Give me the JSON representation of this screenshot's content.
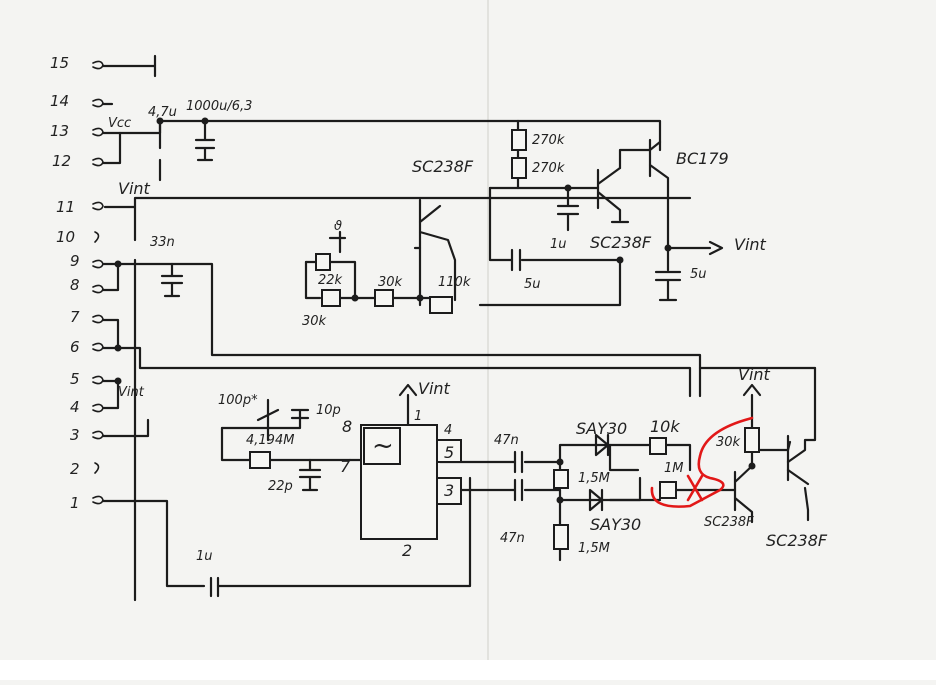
{
  "connector_pins": [
    "15",
    "14",
    "13",
    "12",
    "11",
    "10",
    "9",
    "8",
    "7",
    "6",
    "5",
    "4",
    "3",
    "2",
    "1"
  ],
  "labels": {
    "vcc": "Vcc",
    "r_13": "4,7u",
    "c_supply": "1000u/6,3",
    "vint_pin11": "Vint",
    "vint_pin5": "Vint",
    "c_33n": "33n",
    "r_270k_a": "270k",
    "r_270k_b": "270k",
    "t_bc179": "BC179",
    "t_sc238f_top": "SC238F",
    "t_sc238f_mid": "SC238F",
    "c_1u_mid": "1u",
    "vint_out": "Vint",
    "c_5u_a": "5u",
    "c_5u_b": "5u",
    "theta": "ϑ",
    "r_22k": "22k",
    "r_30k_a": "30k",
    "r_30k_b": "30k",
    "r_110k": "110k",
    "c_100p": "100p*",
    "c_10p": "10p",
    "num_8": "8",
    "crystal": "4,194M",
    "c_22p": "22p",
    "num_7": "7",
    "vint_ic": "Vint",
    "ic_pin1": "1",
    "ic_pin4": "4",
    "ic_pin5": "5",
    "ic_pin3": "3",
    "ic_pin2": "2",
    "ic_symbol": "~",
    "c_47n_a": "47n",
    "c_47n_b": "47n",
    "d_say30_a": "SAY30",
    "d_say30_b": "SAY30",
    "r_15m_a": "1,5M",
    "r_15m_b": "1,5M",
    "r_10k": "10k",
    "r_1m": "1M",
    "vint_right": "Vint",
    "r_30k_right": "30k",
    "t_sc238f_b1": "SC238F",
    "t_sc238f_b2": "SC238F",
    "c_1u_bottom": "1u",
    "red_mark": "X"
  },
  "colors": {
    "paper": "#f4f4f2",
    "ink": "#1c1c1c",
    "correction": "#e21818"
  }
}
